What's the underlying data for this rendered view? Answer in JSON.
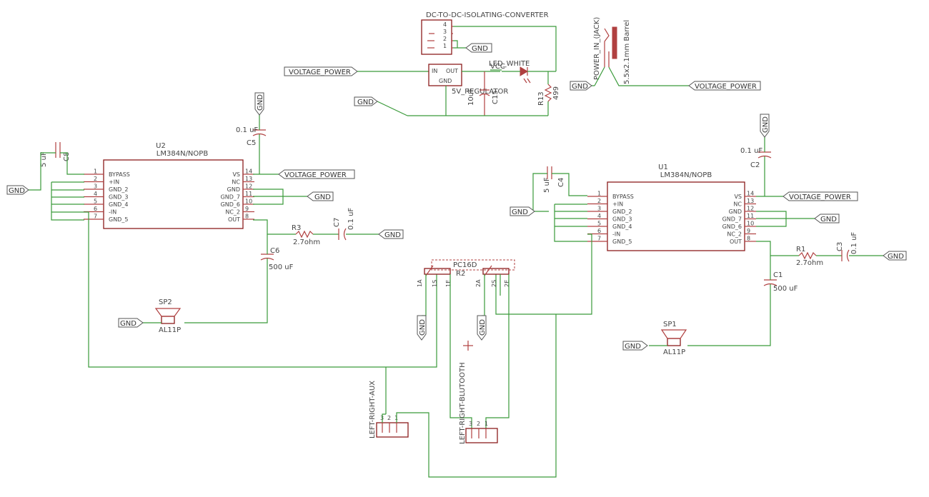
{
  "net_labels": {
    "voltage_power": "VOLTAGE_POWER",
    "gnd": "GND",
    "vcc": "VCC"
  },
  "u1": {
    "ref": "U1",
    "value": "LM384N/NOPB"
  },
  "u2": {
    "ref": "U2",
    "value": "LM384N/NOPB"
  },
  "lm384_left_pins": [
    {
      "num": "1",
      "name": "BYPASS"
    },
    {
      "num": "2",
      "name": "+IN"
    },
    {
      "num": "3",
      "name": "GND_2"
    },
    {
      "num": "4",
      "name": "GND_3"
    },
    {
      "num": "5",
      "name": "GND_4"
    },
    {
      "num": "6",
      "name": "-IN"
    },
    {
      "num": "7",
      "name": "GND_5"
    }
  ],
  "lm384_right_pins": [
    {
      "num": "14",
      "name": "VS"
    },
    {
      "num": "13",
      "name": "NC"
    },
    {
      "num": "12",
      "name": "GND"
    },
    {
      "num": "11",
      "name": "GND_7"
    },
    {
      "num": "10",
      "name": "GND_6"
    },
    {
      "num": "9",
      "name": "NC_2"
    },
    {
      "num": "8",
      "name": "OUT"
    }
  ],
  "components": {
    "c1": {
      "ref": "C1",
      "value": "500 uF"
    },
    "c2": {
      "ref": "C2",
      "value": "0.1 uF"
    },
    "c3": {
      "ref": "C3",
      "value": "0.1 uF"
    },
    "c4": {
      "ref": "C4",
      "value": "5 uF"
    },
    "c5": {
      "ref": "C5",
      "value": "0.1 uF"
    },
    "c6": {
      "ref": "C6",
      "value": "500 uF"
    },
    "c7": {
      "ref": "C7",
      "value": "0.1 uF"
    },
    "c8": {
      "ref": "C8",
      "value": "5 uF"
    },
    "c15": {
      "ref": "C15",
      "value": "10uF"
    },
    "r1": {
      "ref": "R1",
      "value": "2.7ohm"
    },
    "r3": {
      "ref": "R3",
      "value": "2.7ohm"
    },
    "r13": {
      "ref": "R13",
      "value": "499"
    },
    "r2": {
      "ref": "R2",
      "value": "PC16D"
    },
    "sp1": {
      "ref": "SP1",
      "value": "AL11P"
    },
    "sp2": {
      "ref": "SP2",
      "value": "AL11P"
    },
    "led": {
      "value": "LED_WHITE"
    },
    "regulator": {
      "value": "5V_REGULATOR",
      "pin_in": "IN",
      "pin_out": "OUT",
      "pin_gnd": "GND"
    },
    "converter": {
      "value": "DC-TO-DC-ISOLATING-CONVERTER",
      "pins": [
        "4",
        "3",
        "2",
        "1"
      ]
    },
    "jack": {
      "name": "POWER_IN_(JACK)",
      "value": "5.5x2.1mm Barrel"
    },
    "aux": {
      "value": "LEFT-RIGHT-AUX",
      "pins": [
        "3",
        "2",
        "1"
      ]
    },
    "bt": {
      "value": "LEFT-RIGHT-BLUTOOTH",
      "pins": [
        "3",
        "2",
        "1"
      ]
    }
  },
  "pot_pins": [
    "1A",
    "1S",
    "1E",
    "2A",
    "2S",
    "2E"
  ]
}
